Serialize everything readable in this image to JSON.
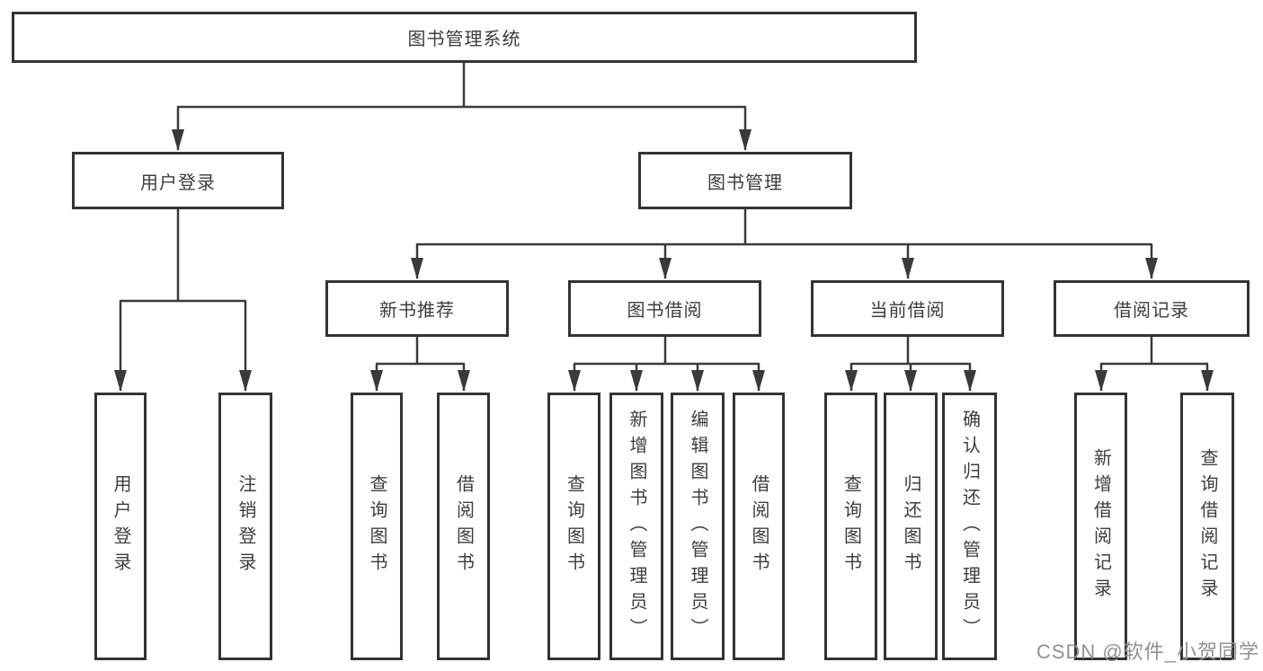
{
  "tree": {
    "root": {
      "label": "图书管理系统",
      "children": [
        {
          "label": "用户登录",
          "children": [
            {
              "label": "用户登录"
            },
            {
              "label": "注销登录"
            }
          ]
        },
        {
          "label": "图书管理",
          "children": [
            {
              "label": "新书推荐",
              "children": [
                {
                  "label": "查询图书"
                },
                {
                  "label": "借阅图书"
                }
              ]
            },
            {
              "label": "图书借阅",
              "children": [
                {
                  "label": "查询图书"
                },
                {
                  "label": "新增图书（管理员）"
                },
                {
                  "label": "编辑图书（管理员）"
                },
                {
                  "label": "借阅图书"
                }
              ]
            },
            {
              "label": "当前借阅",
              "children": [
                {
                  "label": "查询图书"
                },
                {
                  "label": "归还图书"
                },
                {
                  "label": "确认归还（管理员）"
                }
              ]
            },
            {
              "label": "借阅记录",
              "children": [
                {
                  "label": "新增借阅记录"
                },
                {
                  "label": "查询借阅记录"
                }
              ]
            }
          ]
        }
      ]
    }
  },
  "watermark": {
    "text": "CSDN @软件_小贺同学"
  },
  "colors": {
    "line": "#3a3a3a",
    "border": "#333333",
    "text": "#3d3d3d",
    "watermark": "#919191",
    "background": "#ffffff"
  }
}
